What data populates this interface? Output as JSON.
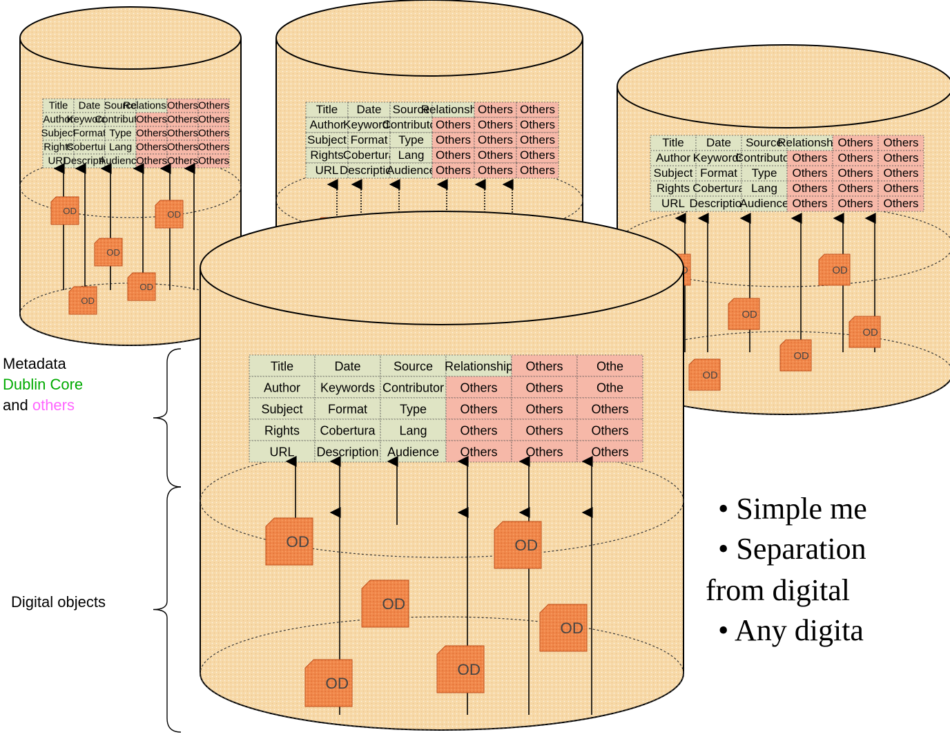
{
  "legend": {
    "metadata": "Metadata",
    "dublin_core": "Dublin Core",
    "and": "and",
    "others": "others",
    "digital_objects": "Digital objects"
  },
  "bullets": [
    "• Simple me",
    "• Separation",
    "from digital",
    "• Any digita"
  ],
  "object_label": "OD",
  "table_rows": [
    [
      "Title",
      "Date",
      "Source",
      "Relationship",
      "Others",
      "Others"
    ],
    [
      "Author",
      "Keywords",
      "Contributor",
      "Others",
      "Others",
      "Others"
    ],
    [
      "Subject",
      "Format",
      "Type",
      "Others",
      "Others",
      "Others"
    ],
    [
      "Rights",
      "Cobertura",
      "Lang",
      "Others",
      "Others",
      "Others"
    ],
    [
      "URL",
      "Description",
      "Audience",
      "Others",
      "Others",
      "Others"
    ]
  ],
  "main_table_rows": [
    [
      "Title",
      "Date",
      "Source",
      "Relationship",
      "Others",
      "Othe"
    ],
    [
      "Author",
      "Keywords",
      "Contributor",
      "Others",
      "Others",
      "Othe"
    ],
    [
      "Subject",
      "Format",
      "Type",
      "Others",
      "Others",
      "Others"
    ],
    [
      "Rights",
      "Cobertura",
      "Lang",
      "Others",
      "Others",
      "Others"
    ],
    [
      "URL",
      "Description",
      "Audience",
      "Others",
      "Others",
      "Others"
    ]
  ],
  "colors": {
    "cylinder_fill": "#f7d9a8",
    "dc_cell": "#dfe4c4",
    "other_cell": "#f6b8a8",
    "object_fill": "#f0874a",
    "dublin_core_text": "#00aa00",
    "others_text": "#ff66ff"
  }
}
